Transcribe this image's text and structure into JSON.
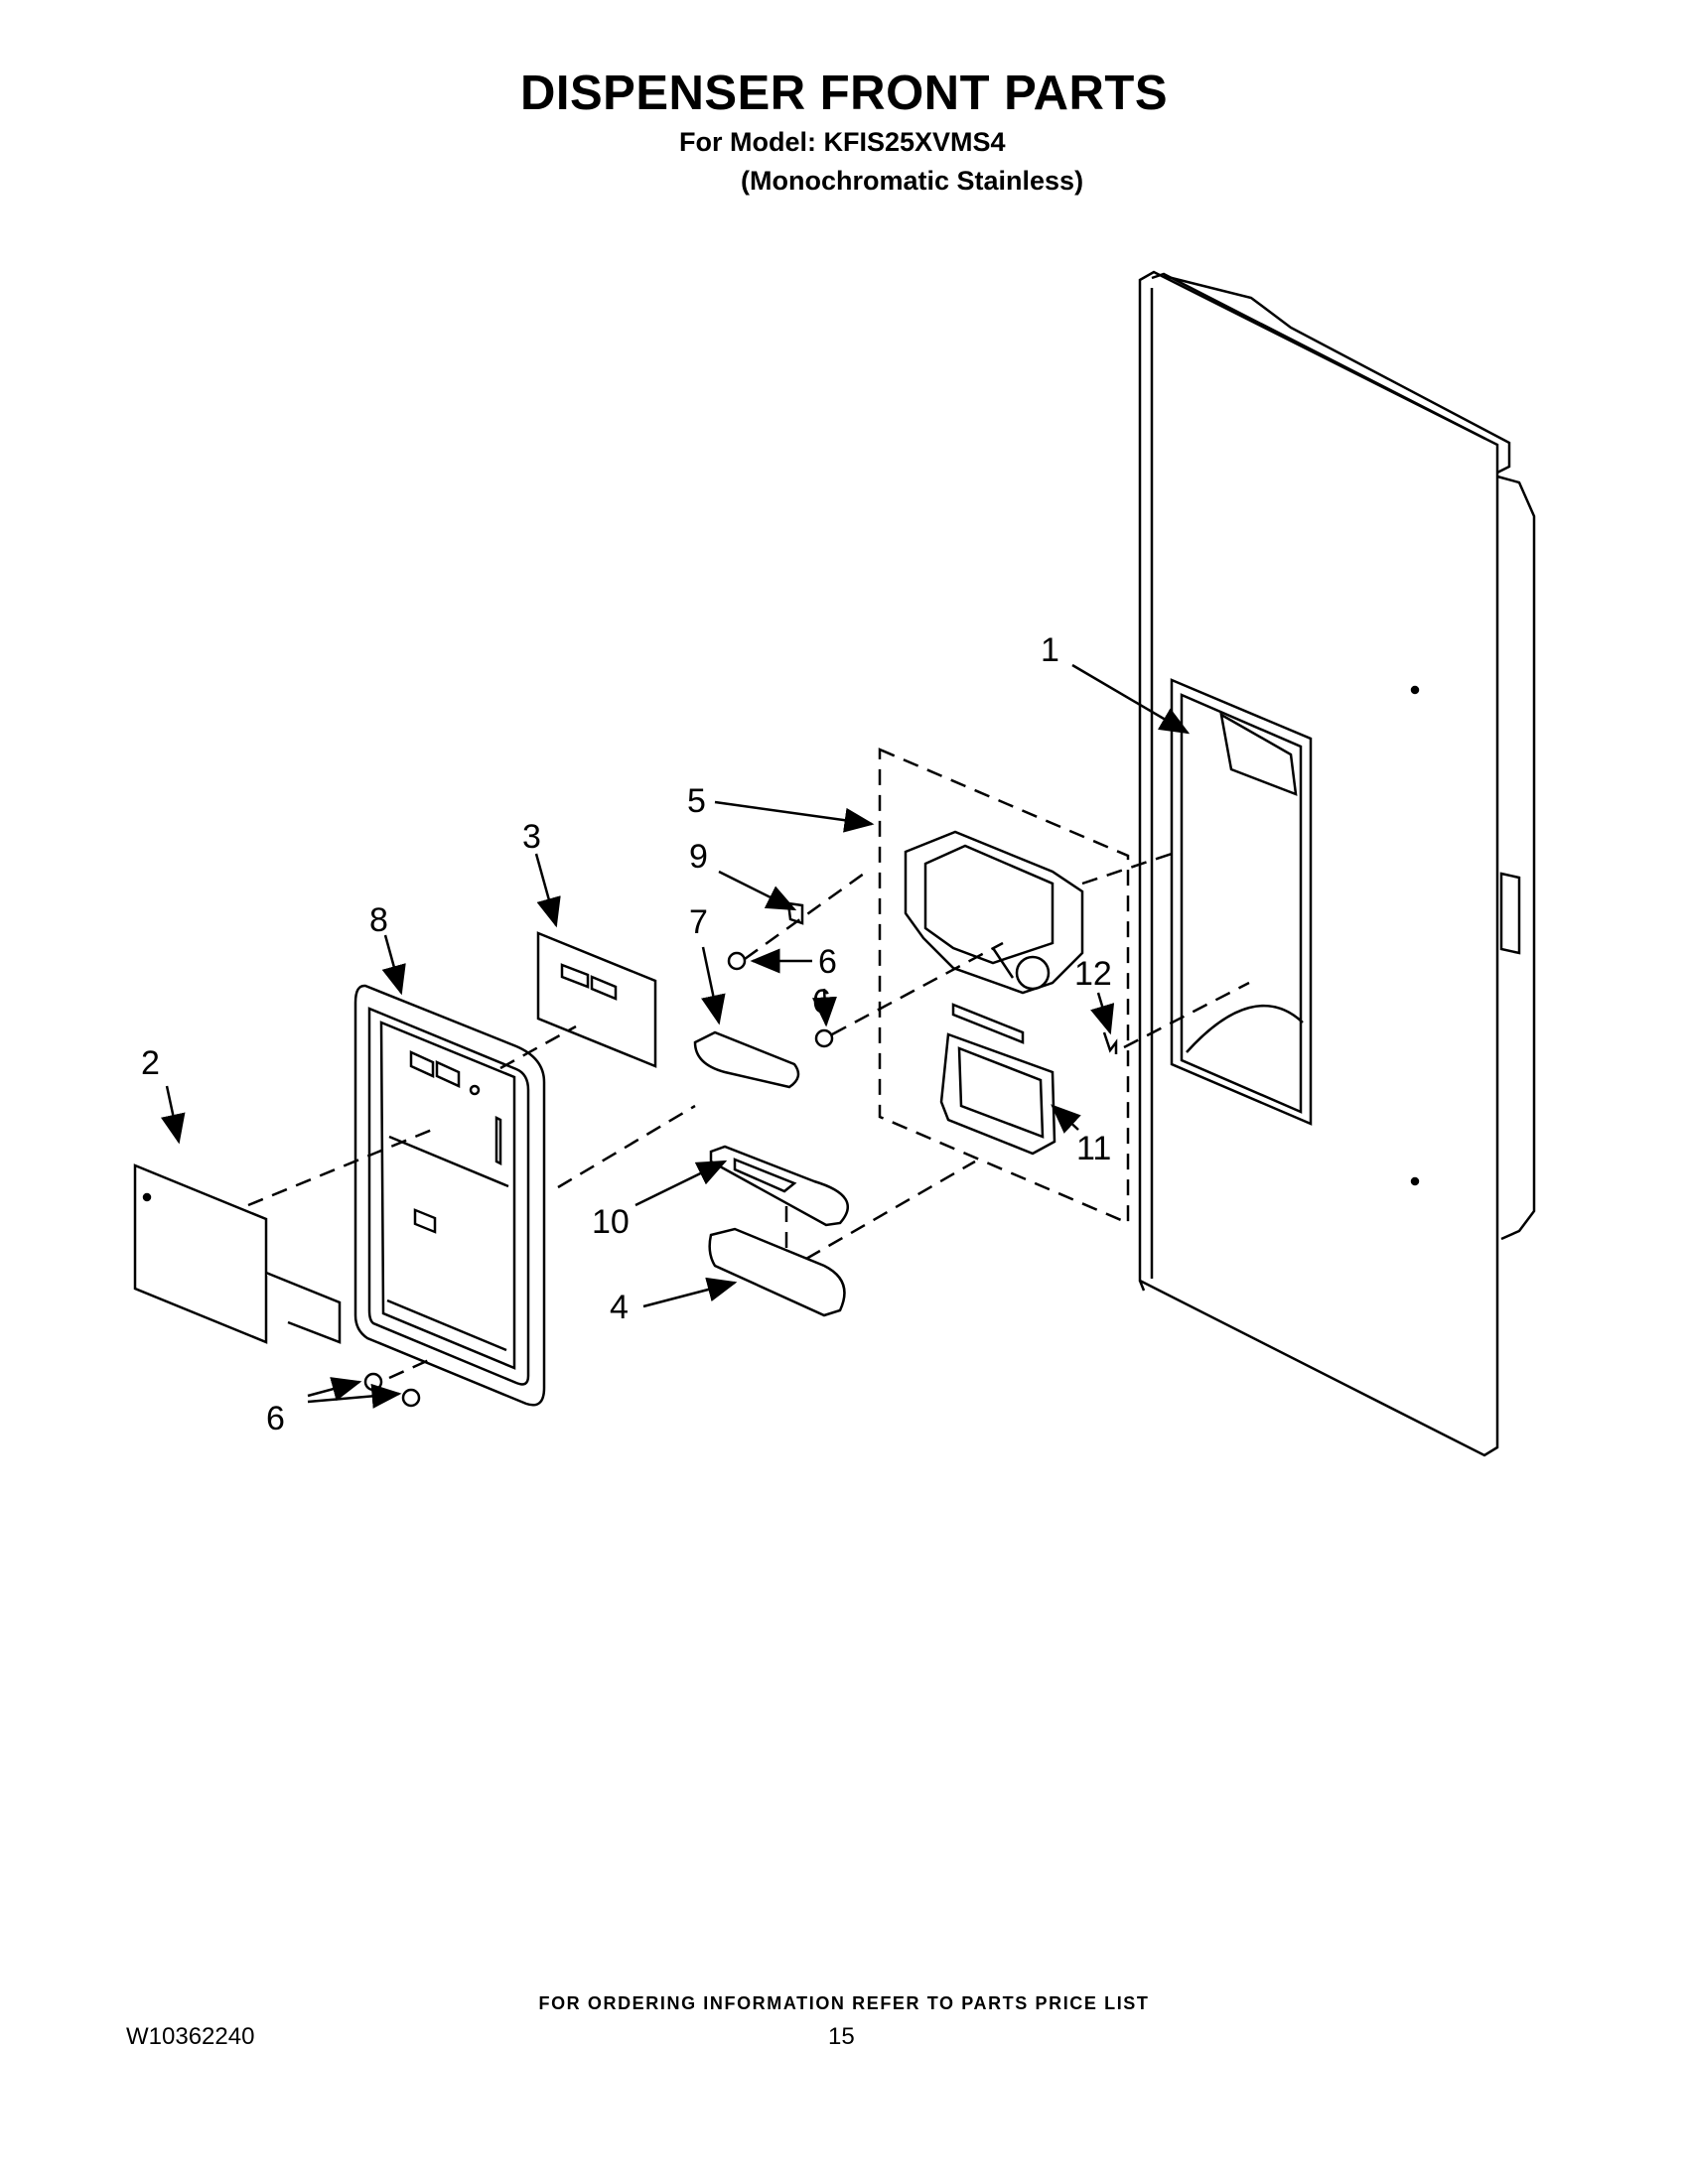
{
  "header": {
    "title": "DISPENSER FRONT PARTS",
    "model_line": "For Model: KFIS25XVMS4",
    "finish_line": "(Monochromatic Stainless)"
  },
  "callouts": [
    "1",
    "2",
    "3",
    "4",
    "5",
    "6",
    "6",
    "6",
    "7",
    "8",
    "9",
    "10",
    "11",
    "12"
  ],
  "footer": {
    "ordering_note": "FOR ORDERING INFORMATION REFER TO PARTS PRICE LIST",
    "document_id": "W10362240",
    "page_number": "15"
  }
}
